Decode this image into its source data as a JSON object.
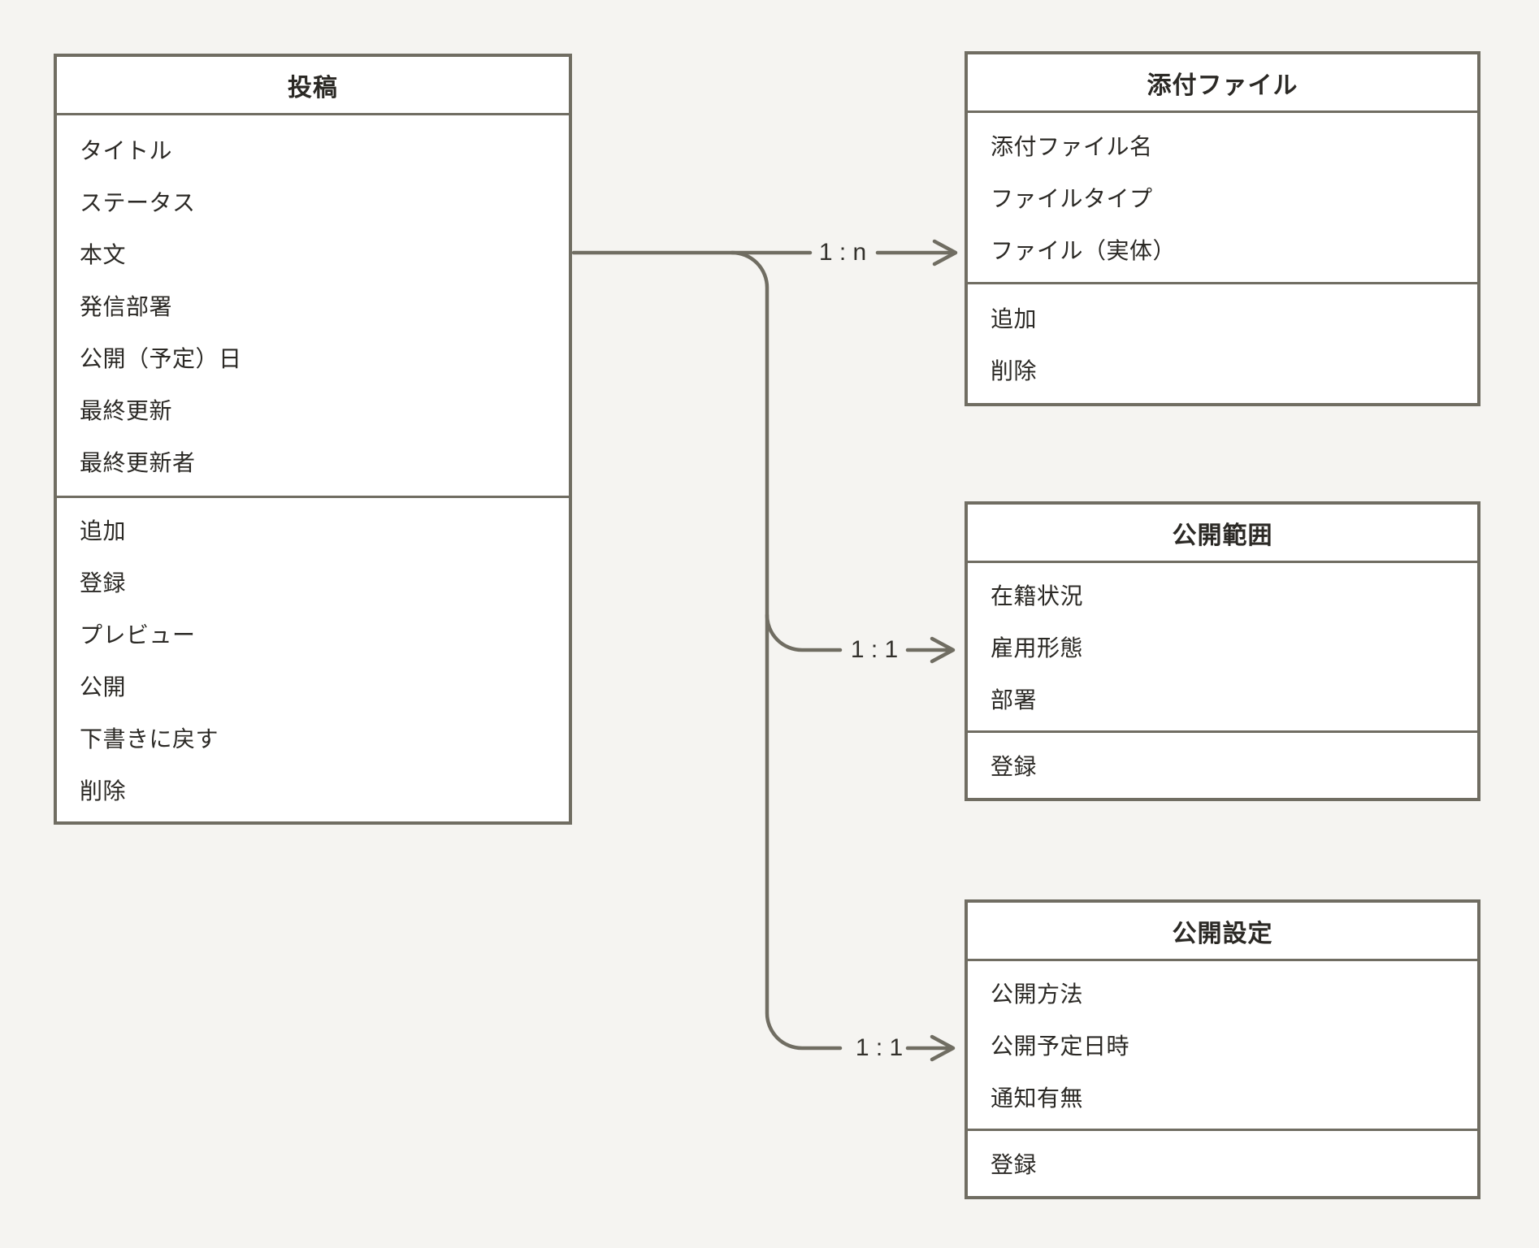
{
  "diagram": {
    "colors": {
      "background": "#f5f4f1",
      "line": "#706d62",
      "box_fill": "#ffffff",
      "text": "#2b2925"
    },
    "entities": [
      {
        "id": "post",
        "title": "投稿",
        "attributes": [
          "タイトル",
          "ステータス",
          "本文",
          "発信部署",
          "公開（予定）日",
          "最終更新",
          "最終更新者"
        ],
        "actions": [
          "追加",
          "登録",
          "プレビュー",
          "公開",
          "下書きに戻す",
          "削除"
        ]
      },
      {
        "id": "attachment-file",
        "title": "添付ファイル",
        "attributes": [
          "添付ファイル名",
          "ファイルタイプ",
          "ファイル（実体）"
        ],
        "actions": [
          "追加",
          "削除"
        ]
      },
      {
        "id": "publication-scope",
        "title": "公開範囲",
        "attributes": [
          "在籍状況",
          "雇用形態",
          "部署"
        ],
        "actions": [
          "登録"
        ]
      },
      {
        "id": "publication-settings",
        "title": "公開設定",
        "attributes": [
          "公開方法",
          "公開予定日時",
          "通知有無"
        ],
        "actions": [
          "登録"
        ]
      }
    ],
    "relations": [
      {
        "from": "投稿",
        "to": "添付ファイル",
        "label": "1 : n"
      },
      {
        "from": "投稿",
        "to": "公開範囲",
        "label": "1 : 1"
      },
      {
        "from": "投稿",
        "to": "公開設定",
        "label": "1 : 1"
      }
    ]
  }
}
